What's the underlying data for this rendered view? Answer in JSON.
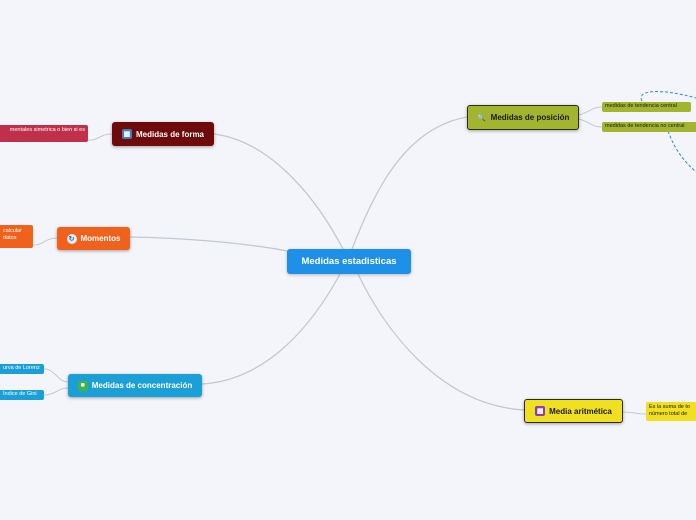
{
  "colors": {
    "background": "#f3f5fb",
    "center": "#1e90e8",
    "posicion": "#a3b52e",
    "forma": "#6e0a0a",
    "momentos": "#f0621c",
    "concentracion": "#1a9fd6",
    "aritmetica": "#f0e020",
    "connector": "#c4c8d2",
    "dashed": "#2a8fd0"
  },
  "center": {
    "label": "Medidas estadisticas"
  },
  "nodes": {
    "posicion": {
      "label": "Medidas de posición",
      "icon": "magnifier-icon",
      "children": [
        "medidas de tendencia central",
        "medidas de tendencia no central"
      ]
    },
    "forma": {
      "label": "Medidas de forma",
      "icon": "ruler-icon",
      "children": [
        "mentales simetrica o bien si es"
      ]
    },
    "momentos": {
      "label": "Momentos",
      "icon": "refresh-icon",
      "children": [
        "calcular",
        "datos"
      ]
    },
    "concentracion": {
      "label": "Medidas de concentración",
      "icon": "leaf-icon",
      "children": [
        "urva de Lorenz",
        "Índice de Gini"
      ]
    },
    "aritmetica": {
      "label": "Media aritmética",
      "icon": "calculator-icon",
      "children": [
        "Es la suma de to",
        "número total de"
      ]
    }
  }
}
